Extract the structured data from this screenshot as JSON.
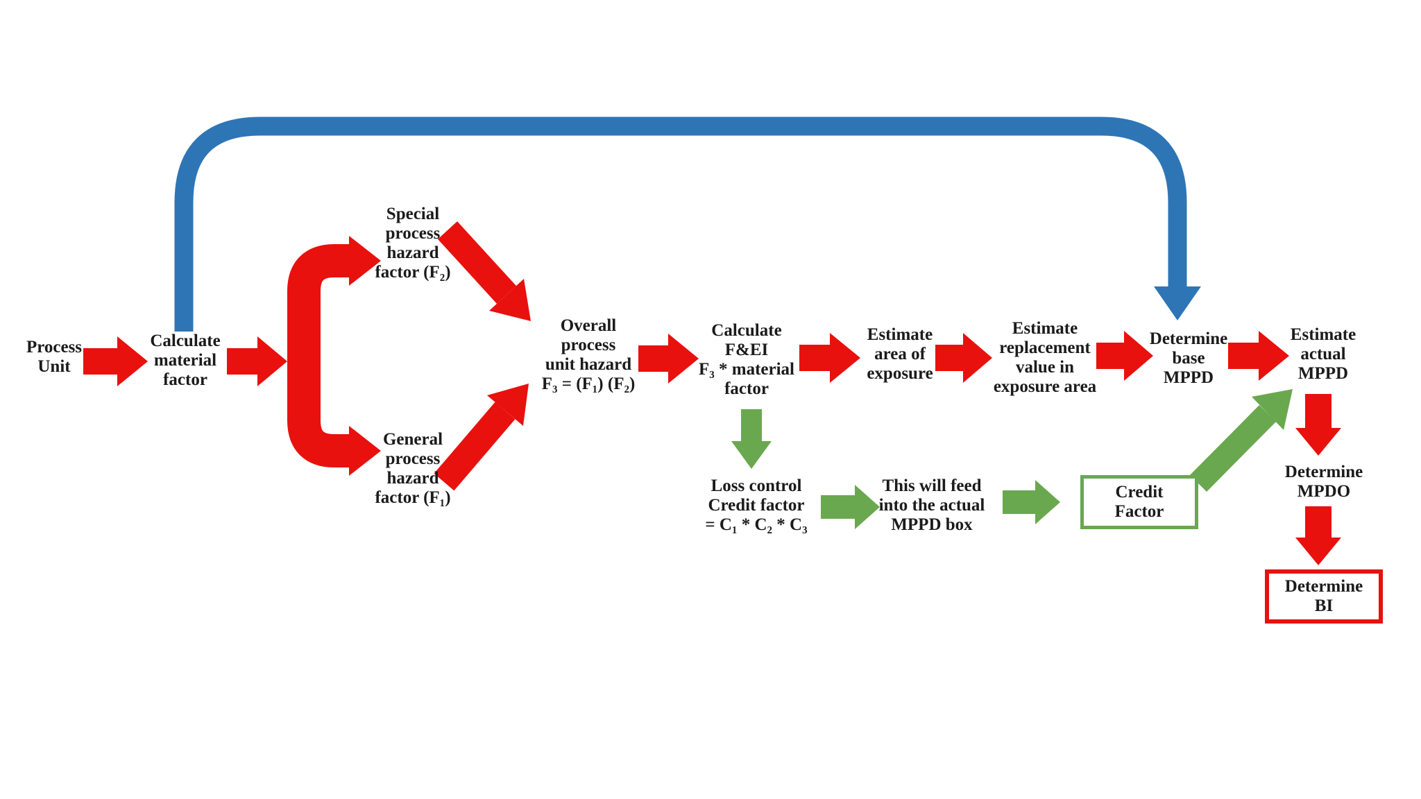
{
  "colors": {
    "red": "#e8110e",
    "green": "#6aa84f",
    "blue": "#2e75b6",
    "text": "#1b1b1b",
    "background": "#ffffff"
  },
  "flowchart": {
    "nodes": {
      "process_unit": "Process\nUnit",
      "calculate_material_factor": "Calculate\nmaterial\nfactor",
      "special_process_hazard": "Special\nprocess\nhazard\nfactor (F₂)",
      "general_process_hazard": "General\nprocess\nhazard\nfactor (F₁)",
      "overall_process_unit_hazard": "Overall\nprocess\nunit hazard\nF₃ = (F₁) (F₂)",
      "calculate_fei": "Calculate\nF&EI\nF₃ * material\nfactor",
      "estimate_area_of_exposure": "Estimate\narea of\nexposure",
      "estimate_replacement_value": "Estimate\nreplacement\nvalue in\nexposure area",
      "determine_base_mppd": "Determine\nbase\nMPPD",
      "estimate_actual_mppd": "Estimate\nactual\nMPPD",
      "determine_mpdo": "Determine\nMPDO",
      "determine_bi": "Determine\nBI",
      "loss_control_credit_factor": "Loss control\nCredit factor\n= C₁ * C₂ * C₃",
      "feed_note": "This will feed\ninto the actual\nMPPD box",
      "credit_factor": "Credit\nFactor"
    }
  }
}
